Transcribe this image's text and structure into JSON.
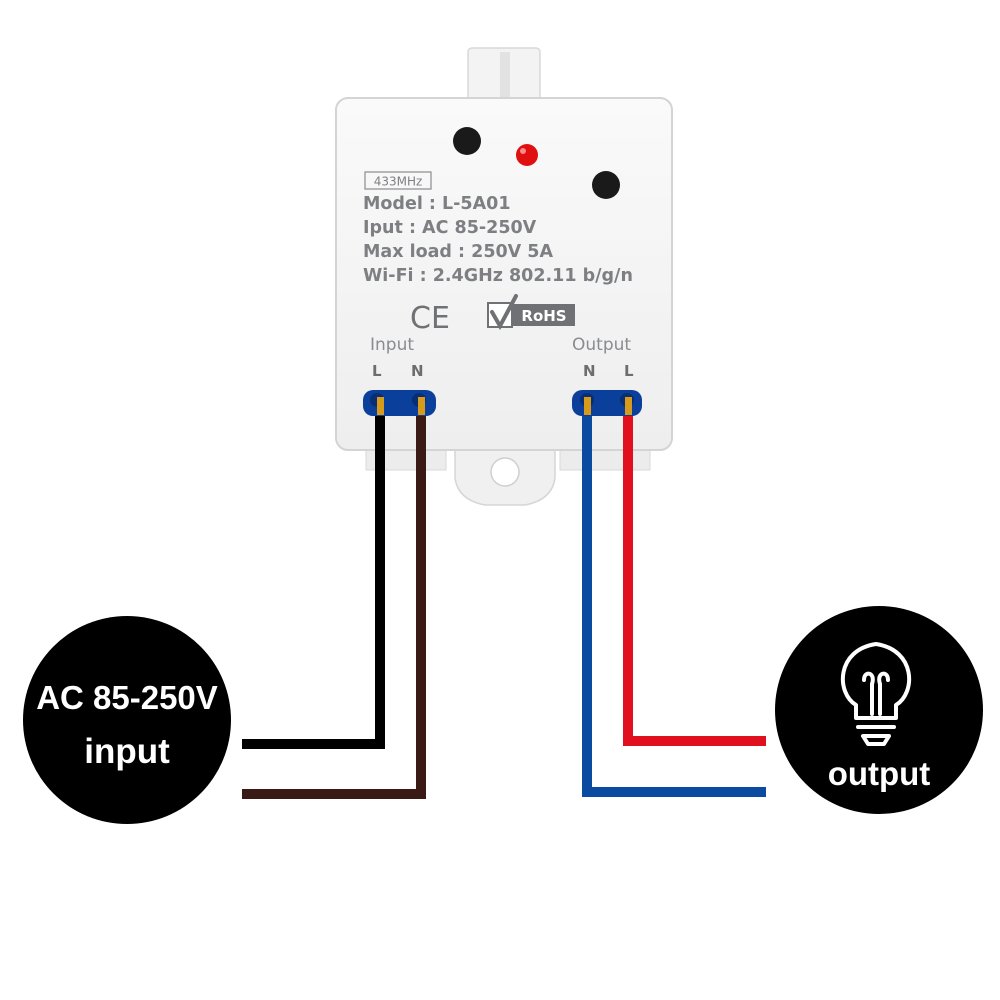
{
  "device": {
    "frequency_badge": "433MHz",
    "model": "Model : L-5A01",
    "input_spec": "Iput : AC 85-250V",
    "max_load": "Max load : 250V 5A",
    "wifi": "Wi-Fi : 2.4GHz 802.11 b/g/n",
    "ce_mark": "CE",
    "rohs_mark": "RoHS",
    "input_label": "Input",
    "output_label": "Output",
    "input_terminals": [
      "L",
      "N"
    ],
    "output_terminals": [
      "N",
      "L"
    ]
  },
  "input_circle": {
    "line1": "AC 85-250V",
    "line2": "input"
  },
  "output_circle": {
    "label": "output",
    "icon": "light-bulb-icon"
  },
  "colors": {
    "wire_live_in": "#000000",
    "wire_neutral_in": "#3a1a14",
    "wire_neutral_out": "#0a4aa0",
    "wire_live_out": "#e0101e",
    "led": "#e01010",
    "terminal_block": "#0b3f9c"
  }
}
